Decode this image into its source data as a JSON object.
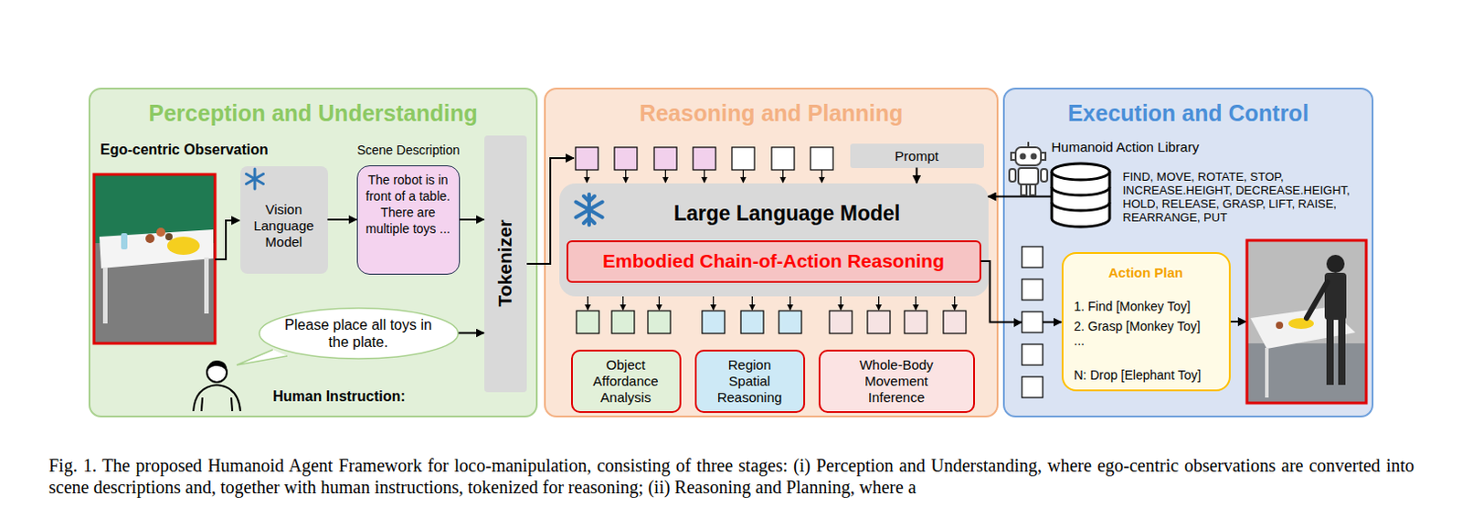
{
  "diagram": {
    "caption": "Fig. 1. The proposed Humanoid Agent Framework for loco-manipulation, consisting of three stages: (i) Perception and Understanding, where ego-centric observations are converted into scene descriptions and, together with human instructions, tokenized for reasoning; (ii) Reasoning and Planning, where a",
    "nodes": [
      {
        "text": [
          "Perception and Understanding"
        ]
      },
      {
        "text": [
          "Vision Language Model"
        ],
        "in": 0
      },
      {
        "text": [
          "Scene Description",
          "The robot is in front of a table. There are multiple toys ..."
        ],
        "in": 0
      },
      {
        "text": [
          "Please place all toys in the plate."
        ],
        "in": 0
      },
      {
        "text": [
          "Tokenizer"
        ],
        "in": 0
      },
      {
        "text": [
          "Reasoning and Planning"
        ]
      },
      {
        "text": [
          "Prompt"
        ],
        "in": 5
      },
      {
        "text": [
          "Large Language Model"
        ],
        "in": 5
      },
      {
        "text": [
          "Embodied Chain-of-Action Reasoning"
        ],
        "in": 7
      },
      {
        "text": [
          "Object Affordance Analysis"
        ],
        "in": 5
      },
      {
        "text": [
          "Region Spatial Reasoning"
        ],
        "in": 5
      },
      {
        "text": [
          "Whole-Body Movement Inference"
        ],
        "in": 5
      },
      {
        "text": [
          "Execution and Control"
        ]
      },
      {
        "text": [
          "Humanoid Action Library",
          "FIND, MOVE, ROTATE, STOP, INCREASE.HEIGHT, DECREASE.HEIGHT, HOLD, RELEASE, GRASP, LIFT, RAISE, REARRANGE, PUT"
        ],
        "in": 12
      },
      {
        "text": [
          "Action Plan",
          "1. Find [Monkey Toy]",
          "2. Grasp [Monkey Toy]",
          "...",
          "N: Drop [Elephant Toy]"
        ],
        "in": 12
      }
    ],
    "edges": [
      {
        "from": 1,
        "to": 2,
        "arrow": "to"
      },
      {
        "from": 2,
        "to": 4,
        "arrow": "to"
      },
      {
        "from": 3,
        "to": 4,
        "arrow": "to"
      },
      {
        "from": 6,
        "to": 7,
        "arrow": "to"
      },
      {
        "from": 13,
        "to": 7,
        "arrow": "to"
      },
      {
        "from": 8,
        "to": 14,
        "arrow": "to"
      }
    ],
    "labels": [
      "Ego-centric Observation",
      "Human Instruction:"
    ]
  }
}
